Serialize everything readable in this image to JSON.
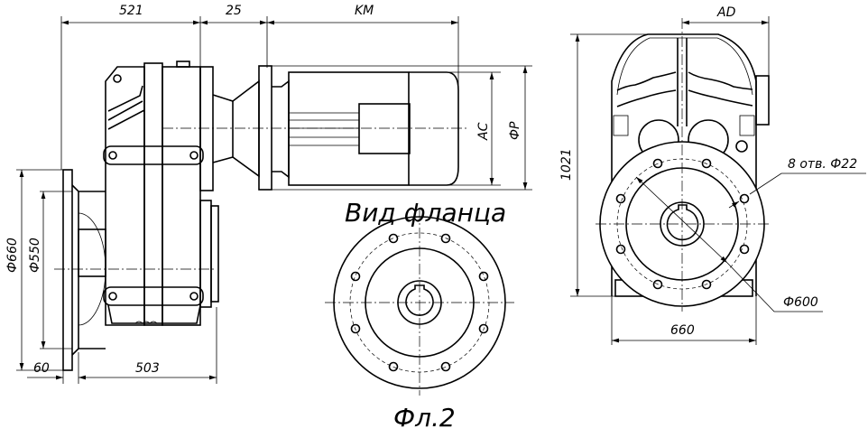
{
  "dimensions": {
    "gearbox_length": "521",
    "adapter_length": "25",
    "motor_length": "KM",
    "motor_width": "AD",
    "motor_ac": "AC",
    "motor_diameter_p": "ФP",
    "height": "1021",
    "bolt_holes": "8 отв. Ф22",
    "flange_outer_diameter": "Ф660",
    "flange_spigot_diameter": "Ф550",
    "flange_thickness": "60",
    "flange_to_body": "503",
    "bolt_circle_diameter": "Ф600",
    "width": "660"
  },
  "labels": {
    "flange_view_title": "Вид фланца",
    "flange_type": "Фл.2"
  }
}
